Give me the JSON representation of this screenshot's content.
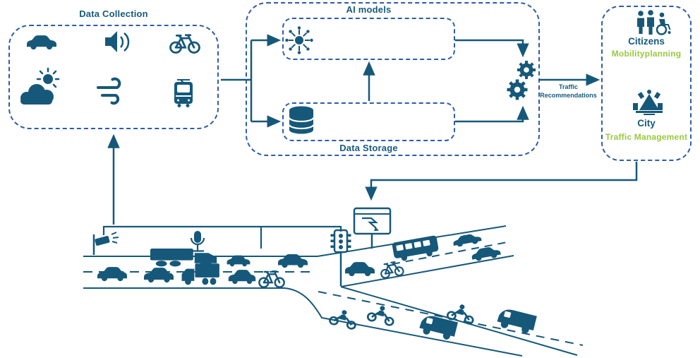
{
  "colors": {
    "primary_teal": "#16587a",
    "dashed_border_blue": "#2e5ca6",
    "accent_green": "#98c93e",
    "background": "#ffffff"
  },
  "data_collection": {
    "title": "Data Collection",
    "icons": [
      "car-icon",
      "loudspeaker-icon",
      "bicycle-icon",
      "weather-icon",
      "wind-icon",
      "tram-icon"
    ]
  },
  "ai_section": {
    "title": "AI models",
    "data_storage_label": "Data Storage",
    "icons": [
      "neural-network-icon",
      "database-icon",
      "gears-icon"
    ]
  },
  "flow_labels": {
    "traffic_recommendations": "Traffic Recommendations"
  },
  "stakeholders": {
    "citizens_label": "Citizens",
    "citizens_role": "Mobilityplanning",
    "city_label": "City",
    "city_role": "Traffic Management",
    "icons": [
      "citizens-icon",
      "city-icon"
    ]
  },
  "street_scene": {
    "sensor_icons": [
      "speed-camera-icon",
      "microphone-icon",
      "traffic-light-icon",
      "variable-message-sign-icon"
    ],
    "vehicle_icons": [
      "truck-icon",
      "car-icon",
      "van-icon",
      "motorcycle-icon",
      "scooter-icon",
      "bicycle-icon",
      "bus-icon"
    ]
  }
}
